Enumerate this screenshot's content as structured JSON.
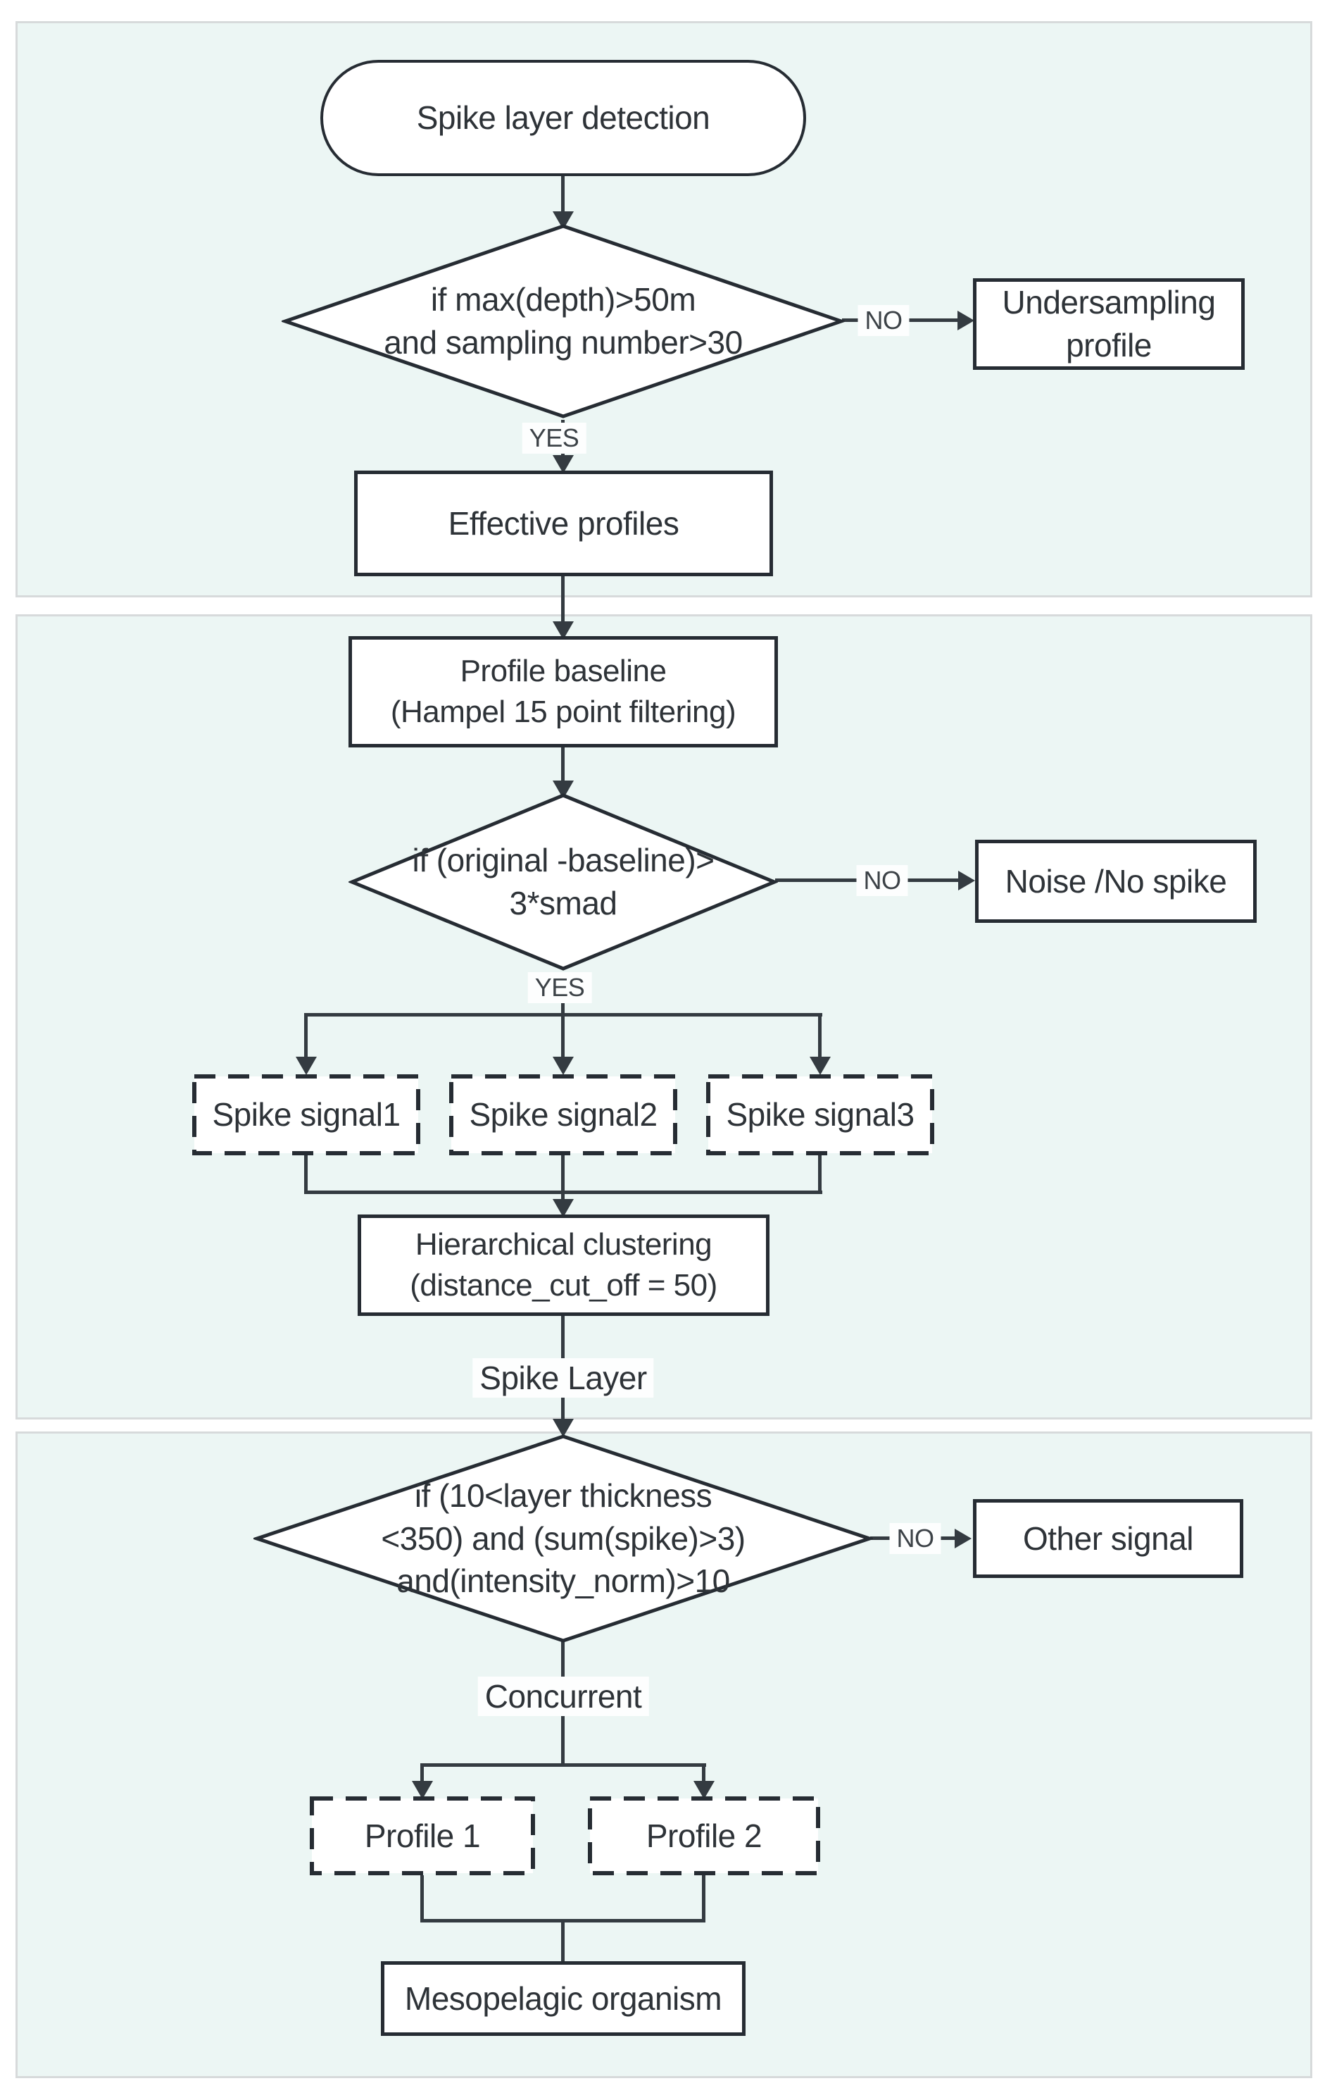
{
  "colors": {
    "panel_bg": "#ecf6f4",
    "panel_border": "#d7dadb",
    "line": "#343b41",
    "node_border": "#262c33",
    "node_bg": "#ffffff",
    "text": "#2e3338"
  },
  "nodes": {
    "start": {
      "label": "Spike layer detection"
    },
    "decision1": {
      "lines": [
        "if max(depth)>50m",
        "and sampling number>30"
      ]
    },
    "undersampling": {
      "lines": [
        "Undersampling",
        "profile"
      ]
    },
    "effective": {
      "label": "Effective profiles"
    },
    "baseline": {
      "lines": [
        "Profile baseline",
        "(Hampel 15 point  filtering)"
      ]
    },
    "decision2": {
      "lines": [
        "if (original -baseline)>",
        "3*smad"
      ]
    },
    "noise": {
      "label": "Noise /No spike"
    },
    "spike1": {
      "label": "Spike signal1"
    },
    "spike2": {
      "label": "Spike signal2"
    },
    "spike3": {
      "label": "Spike signal3"
    },
    "clustering": {
      "lines": [
        "Hierarchical clustering",
        "(distance_cut_off = 50)"
      ]
    },
    "decision3": {
      "lines": [
        "if (10<layer thickness",
        "<350) and  (sum(spike)>3)",
        "and(intensity_norm)>10"
      ]
    },
    "other": {
      "label": "Other signal"
    },
    "profile1": {
      "label": "Profile 1"
    },
    "profile2": {
      "label": "Profile 2"
    },
    "mesopelagic": {
      "label": "Mesopelagic organism"
    }
  },
  "labels": {
    "no1": "NO",
    "yes1": "YES",
    "no2": "NO",
    "yes2": "YES",
    "no3": "NO",
    "spike_layer": "Spike Layer",
    "concurrent": "Concurrent"
  }
}
